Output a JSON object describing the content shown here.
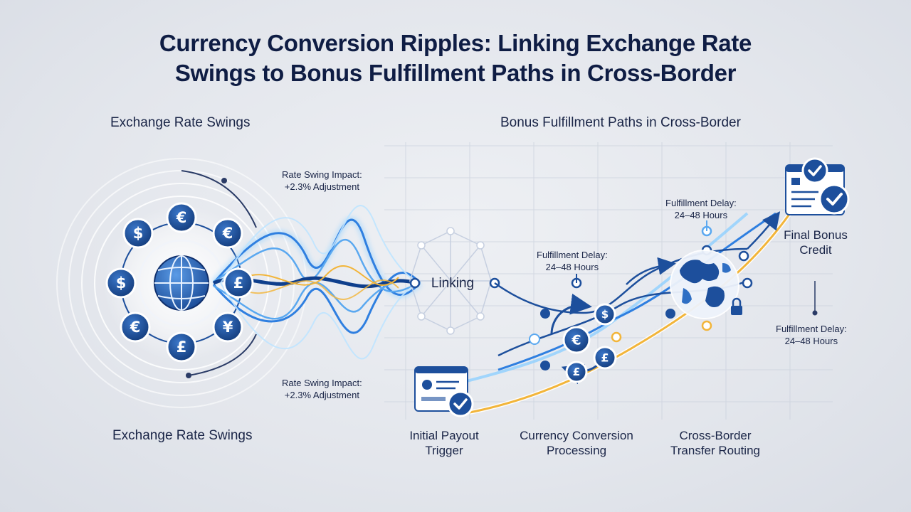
{
  "title": {
    "line1": "Currency Conversion Ripples: Linking Exchange Rate",
    "line2": "Swings to Bonus Fulfillment Paths in Cross-Border"
  },
  "left_section": {
    "heading": "Exchange Rate Swings",
    "footer": "Exchange Rate Swings",
    "impact_top": {
      "line1": "Rate Swing Impact:",
      "line2": "+2.3% Adjustment"
    },
    "impact_bottom": {
      "line1": "Rate Swing Impact:",
      "line2": "+2.3% Adjustment"
    },
    "currency_ring": [
      "€",
      "€",
      "£",
      "¥",
      "£",
      "€",
      "$"
    ],
    "center_icon": "globe-icon"
  },
  "right_section": {
    "heading": "Bonus Fulfillment Paths in Cross-Border",
    "hub_label": "Linking",
    "delay_labels": [
      {
        "line1": "Fulfillment Delay:",
        "line2": "24–48 Hours"
      },
      {
        "line1": "Fulfillment Delay:",
        "line2": "24–48 Hours"
      },
      {
        "line1": "Fulfillment Delay:",
        "line2": "24–48 Hours"
      }
    ],
    "steps": [
      {
        "line1": "Initial Payout",
        "line2": "Trigger",
        "icon": "payout-document-check-icon"
      },
      {
        "line1": "Currency Conversion",
        "line2": "Processing",
        "icon": "currency-cycle-icon"
      },
      {
        "line1": "Cross-Border",
        "line2": "Transfer Routing",
        "icon": "world-map-lock-icon"
      },
      {
        "line1": "Final Bonus",
        "line2": "Credit",
        "icon": "credit-document-check-icon"
      }
    ],
    "conversion_coins": [
      "$",
      "€",
      "£",
      "£"
    ]
  },
  "colors": {
    "navy": "#0f1d44",
    "coin_blue": "#1d4f9c",
    "wave_blue": "#2f7fe0",
    "wave_light": "#8fd0ff",
    "gold_accent": "#f2b53a",
    "background": "#e6e9ef"
  }
}
